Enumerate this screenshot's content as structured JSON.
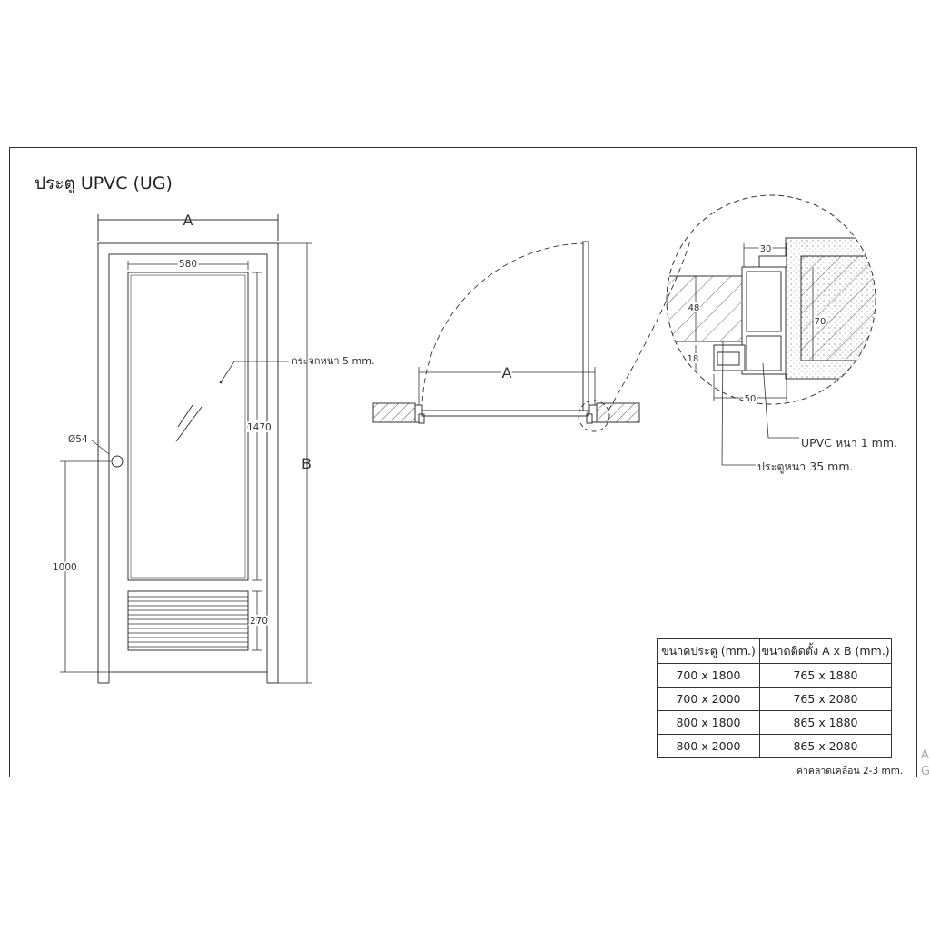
{
  "title": "ประตู UPVC (UG)",
  "front_view": {
    "width_label": "A",
    "height_label": "B",
    "glass_width": "580",
    "glass_height": "1470",
    "louver_height": "270",
    "handle_height": "1000",
    "handle_diameter": "Ø54",
    "glass_note": "กระจกหนา 5 mm."
  },
  "plan_view": {
    "opening_label": "A"
  },
  "detail_view": {
    "dim_top": "30",
    "dim_left_upper": "48",
    "dim_left_lower": "18",
    "dim_right": "70",
    "dim_bottom": "50",
    "note_upvc": "UPVC หนา 1 mm.",
    "note_door": "ประตูหนา 35 mm."
  },
  "size_table": {
    "headers": [
      "ขนาดประตู (mm.)",
      "ขนาดติดตั้ง A x B (mm.)"
    ],
    "rows": [
      [
        "700 x 1800",
        "765 x 1880"
      ],
      [
        "700 x 2000",
        "765 x 2080"
      ],
      [
        "800 x 1800",
        "865 x 1880"
      ],
      [
        "800 x 2000",
        "865 x 2080"
      ]
    ]
  },
  "tolerance_note": "ค่าคลาดเคลื่อน 2-3 mm.",
  "edge_mark": [
    "A",
    "G"
  ]
}
